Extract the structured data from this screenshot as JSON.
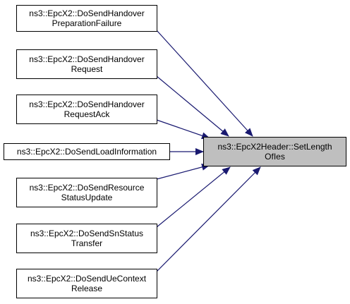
{
  "graph": {
    "target": {
      "line1": "ns3::EpcX2Header::SetLength",
      "line2": "OfIes"
    },
    "callers": [
      {
        "line1": "ns3::EpcX2::DoSendHandover",
        "line2": "PreparationFailure"
      },
      {
        "line1": "ns3::EpcX2::DoSendHandover",
        "line2": "Request"
      },
      {
        "line1": "ns3::EpcX2::DoSendHandover",
        "line2": "RequestAck"
      },
      {
        "line1": "ns3::EpcX2::DoSendLoadInformation",
        "line2": ""
      },
      {
        "line1": "ns3::EpcX2::DoSendResource",
        "line2": "StatusUpdate"
      },
      {
        "line1": "ns3::EpcX2::DoSendSnStatus",
        "line2": "Transfer"
      },
      {
        "line1": "ns3::EpcX2::DoSendUeContext",
        "line2": "Release"
      }
    ],
    "colors": {
      "edge": "#191970",
      "target_fill": "#bfbfbf",
      "node_border": "#000000"
    }
  }
}
